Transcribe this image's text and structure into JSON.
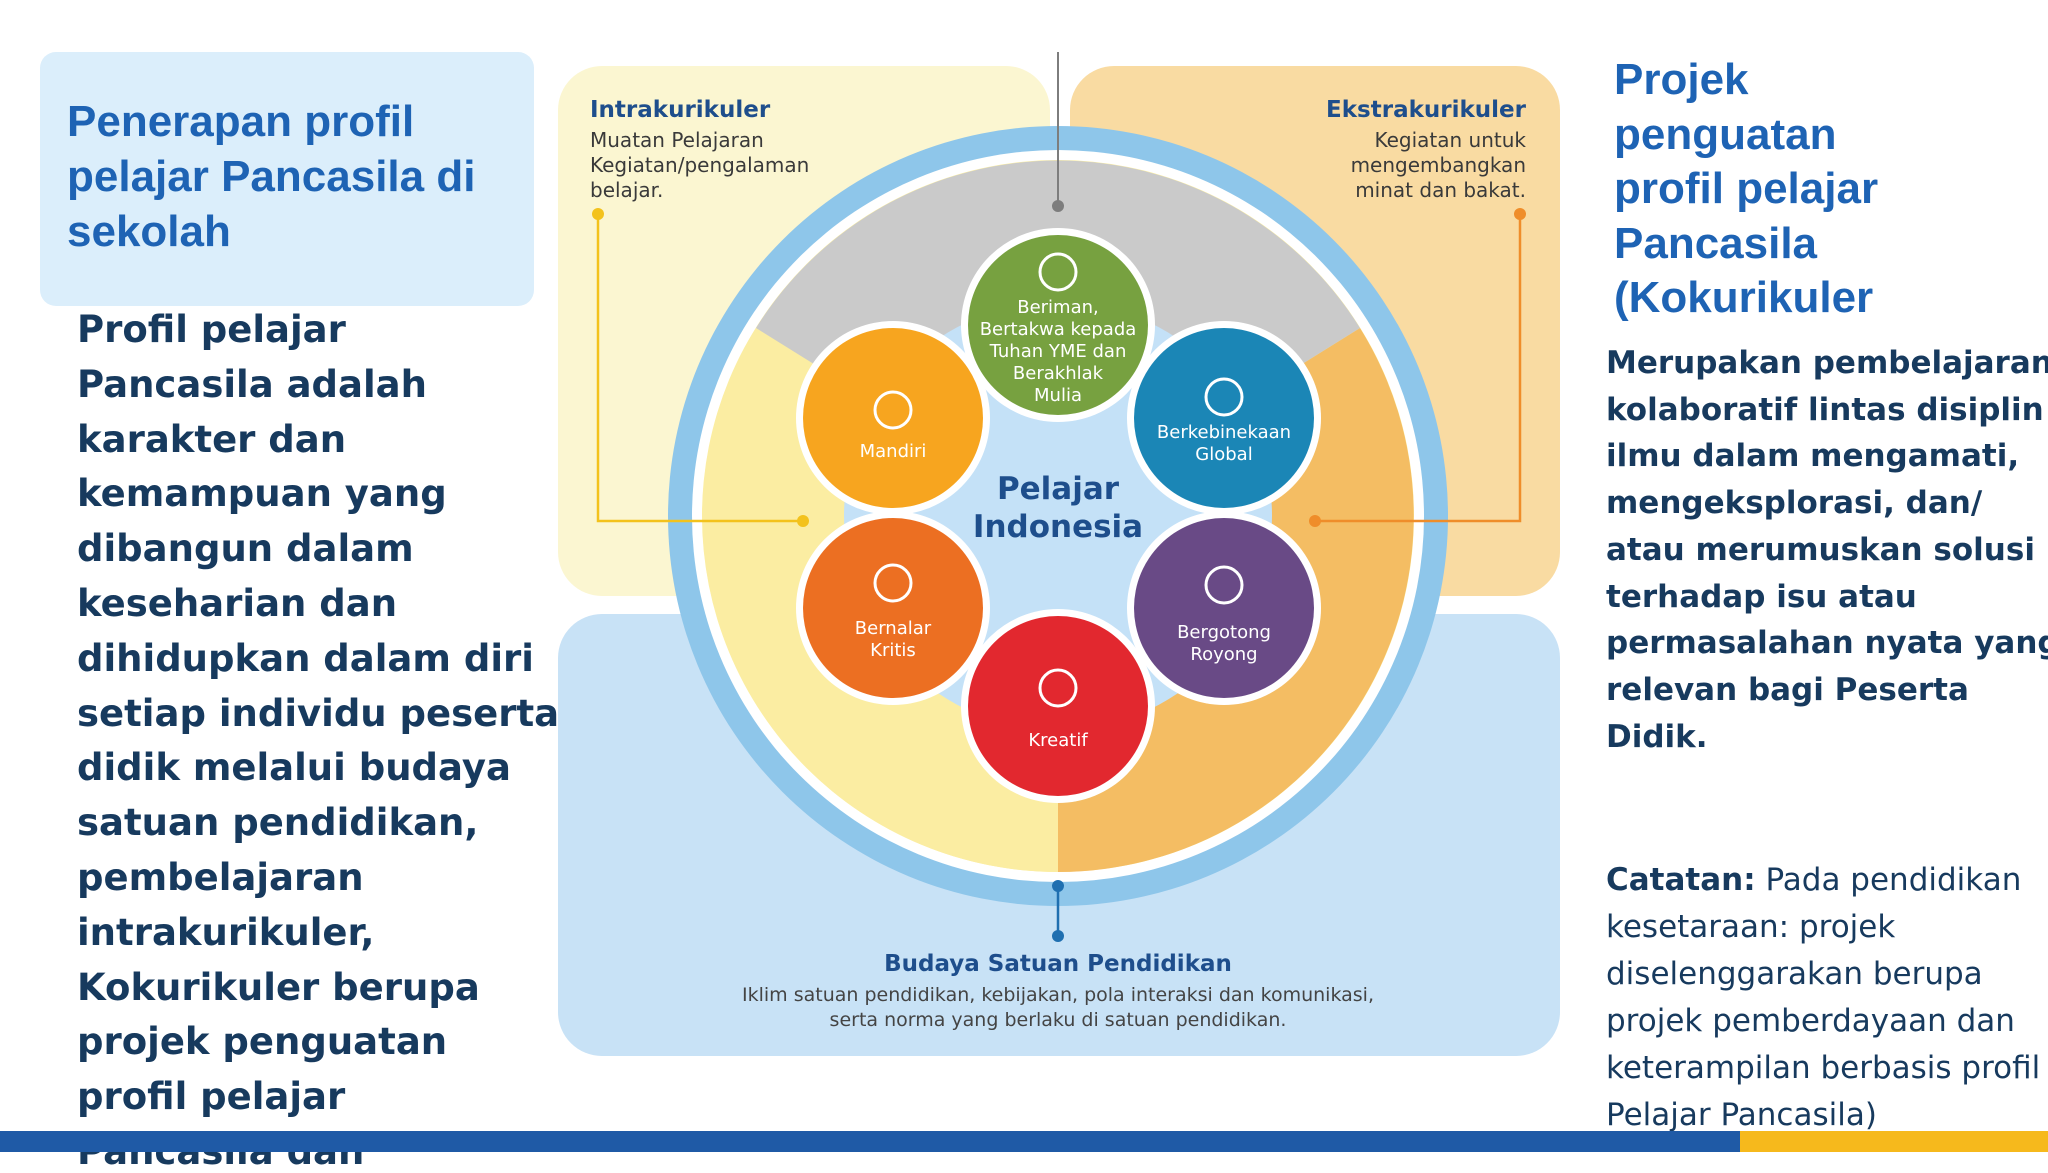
{
  "left": {
    "title_lines": [
      "Penerapan profil",
      "pelajar Pancasila di",
      " sekolah"
    ],
    "body_lines": [
      "Profil pelajar",
      "Pancasila  adalah",
      "karakter dan",
      "kemampuan yang",
      "dibangun dalam",
      "keseharian dan",
      "dihidupkan dalam diri",
      "setiap individu peserta",
      "didik melalui budaya",
      "satuan pendidikan,",
      "pembelajaran",
      "intrakurikuler,",
      "Kokurikuler berupa",
      "projek penguatan",
      "profil  pelajar",
      "Pancasila  dan"
    ]
  },
  "diagram": {
    "intra": {
      "title": "Intrakurikuler",
      "lines": [
        "Muatan Pelajaran",
        "Kegiatan/pengalaman",
        "belajar."
      ]
    },
    "ekstra": {
      "title": "Ekstrakurikuler",
      "lines": [
        "Kegiatan untuk",
        "mengembangkan",
        "minat dan bakat."
      ]
    },
    "center_lines": [
      "Pelajar",
      "Indonesia"
    ],
    "budaya": {
      "title": "Budaya Satuan Pendidikan",
      "lines": [
        "Iklim satuan pendidikan, kebijakan, pola interaksi dan komunikasi,",
        "serta norma yang berlaku di satuan pendidikan."
      ]
    },
    "dimensions": [
      {
        "lines": [
          "Beriman,",
          "Bertakwa kepada",
          "Tuhan YME dan",
          "Berakhlak",
          "Mulia"
        ],
        "color": "#77a140",
        "icon": "praying-hands-icon"
      },
      {
        "lines": [
          "Berkebinekaan",
          "Global"
        ],
        "color": "#1b86b6",
        "icon": "globe-icon"
      },
      {
        "lines": [
          "Bergotong",
          "Royong"
        ],
        "color": "#694a86",
        "icon": "joined-hands-icon"
      },
      {
        "lines": [
          "Kreatif"
        ],
        "color": "#e2282f",
        "icon": "lightbulb-icon"
      },
      {
        "lines": [
          "Bernalar",
          "Kritis"
        ],
        "color": "#ec6f22",
        "icon": "gears-head-icon"
      },
      {
        "lines": [
          "Mandiri"
        ],
        "color": "#f7a51f",
        "icon": "raised-fist-icon"
      }
    ]
  },
  "right": {
    "title_lines": [
      "Projek",
      "penguatan",
      "profil pelajar",
      " Pancasila",
      "(Kokurikuler"
    ],
    "body_lines": [
      "Merupakan pembelajaran",
      "kolaboratif lintas disiplin",
      "ilmu dalam mengamati,",
      "mengeksplorasi, dan/",
      "atau  merumuskan solusi",
      "terhadap isu atau",
      "permasalahan nyata yang",
      "relevan bagi Peserta",
      "Didik."
    ],
    "note_label": "Catatan:",
    "note_first": " Pada pendidikan",
    "note_lines": [
      "kesetaraan: projek",
      "diselenggarakan berupa",
      "projek pemberdayaan dan",
      "keterampilan berbasis profil",
      " Pelajar Pancasila)"
    ]
  },
  "colors": {
    "title_blue": "#1e63b4",
    "text_navy": "#173a5e",
    "footer_blue": "#1f5aa6",
    "footer_yellow": "#f6b91c"
  }
}
